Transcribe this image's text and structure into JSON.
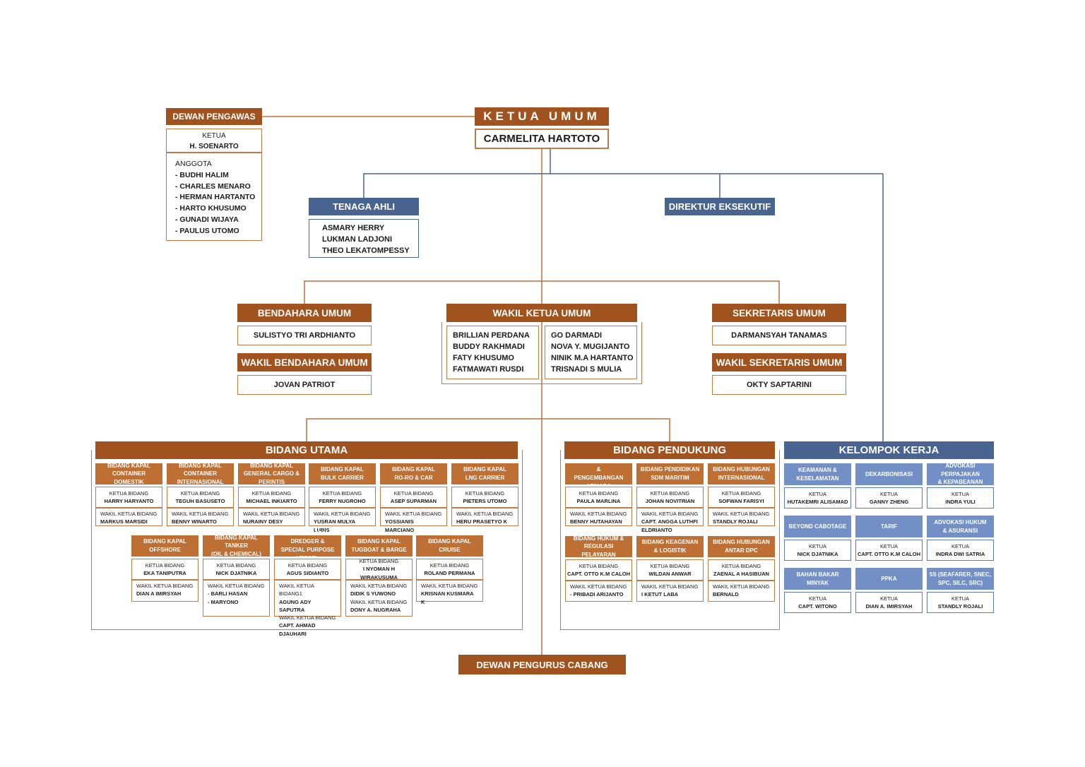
{
  "colors": {
    "brown": "#a0521f",
    "brown_light": "#bd6f34",
    "blue": "#4a6492",
    "blue_light": "#7290c6",
    "line_brown": "#c27a45",
    "line_blue": "#4a6492"
  },
  "ketua_umum": {
    "title": "KETUA UMUM",
    "name": "CARMELITA HARTOTO"
  },
  "dewan_pengawas": {
    "title": "DEWAN PENGAWAS",
    "ketua_label": "KETUA",
    "ketua_name": "H. SOENARTO",
    "anggota_label": "ANGGOTA",
    "anggota": [
      "- BUDHI HALIM",
      "- CHARLES MENARO",
      "- HERMAN HARTANTO",
      "- HARTO KHUSUMO",
      "- GUNADI WIJAYA",
      "- PAULUS UTOMO"
    ]
  },
  "tenaga_ahli": {
    "title": "TENAGA AHLI",
    "members": [
      "ASMARY HERRY",
      "LUKMAN LADJONI",
      "THEO LEKATOMPESSY"
    ]
  },
  "direktur_eksekutif": {
    "title": "DIREKTUR EKSEKUTIF"
  },
  "bendahara": {
    "title": "BENDAHARA UMUM",
    "name": "SULISTYO TRI ARDHIANTO",
    "wakil_title": "WAKIL BENDAHARA UMUM",
    "wakil_name": "JOVAN PATRIOT"
  },
  "wakil_ketua_umum": {
    "title": "WAKIL KETUA UMUM",
    "left": [
      "BRILLIAN PERDANA",
      "BUDDY RAKHMADI",
      "FATY KHUSUMO",
      "FATMAWATI RUSDI"
    ],
    "right": [
      "GO DARMADI",
      "NOVA Y. MUGIJANTO",
      "NINIK M.A HARTANTO",
      "TRISNADI S MULIA"
    ]
  },
  "sekretaris": {
    "title": "SEKRETARIS UMUM",
    "name": "DARMANSYAH TANAMAS",
    "wakil_title": "WAKIL SEKRETARIS UMUM",
    "wakil_name": "OKTY SAPTARINI"
  },
  "bidang_utama": {
    "title": "BIDANG UTAMA",
    "row1": [
      {
        "h1": "BIDANG KAPAL",
        "h2": "CONTAINER DOMESTIK",
        "k_label": "KETUA BIDANG",
        "k_name": "HARRY HARYANTO",
        "w_label": "WAKIL KETUA BIDANG",
        "w_names": [
          "MARKUS MARSIDI"
        ]
      },
      {
        "h1": "BIDANG KAPAL",
        "h2": "CONTAINER  INTERNASIONAL",
        "k_label": "KETUA BIDANG",
        "k_name": "TEGUH BASUSETO",
        "w_label": "WAKIL KETUA BIDANG",
        "w_names": [
          "BENNY WINARTO"
        ]
      },
      {
        "h1": "BIDANG KAPAL",
        "h2": "GENERAL CARGO & PERINTIS",
        "k_label": "KETUA BIDANG",
        "k_name": "MICHAEL INKIARTO",
        "w_label": "WAKIL KETUA BIDANG",
        "w_names": [
          "NURAINY DESY"
        ]
      },
      {
        "h1": "BIDANG KAPAL",
        "h2": "BULK CARRIER",
        "k_label": "KETUA BIDANG",
        "k_name": "FERRY NUGROHO",
        "w_label": "WAKIL KETUA BIDANG",
        "w_names": [
          "YUSRAN MULYA LUBIS"
        ]
      },
      {
        "h1": "BIDANG KAPAL",
        "h2": "RO-RO & CAR",
        "k_label": "KETUA BIDANG",
        "k_name": "ASEP SUPARMAN",
        "w_label": "WAKIL KETUA BIDANG",
        "w_names": [
          "YOSSIANIS MARCIANO"
        ]
      },
      {
        "h1": "BIDANG KAPAL",
        "h2": "LNG CARRIER",
        "k_label": "KETUA BIDANG",
        "k_name": "PIETERS UTOMO",
        "w_label": "WAKIL KETUA BIDANG",
        "w_names": [
          "HERU PRASETYO K"
        ]
      }
    ],
    "row2": [
      {
        "h1": "BIDANG KAPAL",
        "h2": "OFFSHORE",
        "k_label": "KETUA BIDANG",
        "k_name": "EKA TANIPUTRA",
        "w_label": "WAKIL KETUA BIDANG",
        "w_names": [
          "DIAN A IMIRSYAH"
        ]
      },
      {
        "h1": "BIDANG KAPAL TANKER",
        "h2": "(OIL & CHEMICAL)",
        "k_label": "KETUA BIDANG",
        "k_name": "NICK DJATNIKA",
        "w_label": "WAKIL KETUA BIDANG",
        "w_names": [
          "- BARLI HASAN",
          "- MARYONO"
        ]
      },
      {
        "h1": "BIDANG KAPAL DREDGER &",
        "h2": "SPECIAL PURPOSE VESSEL",
        "k_label": "KETUA BIDANG",
        "k_name": "AGUS SIDIANTO",
        "w_label": "WAKIL KETUA BIDANG1",
        "w_names": [
          "AGUNG ADY SAPUTRA",
          "WAKIL KETUA BIDANG",
          "CAPT. AHMAD DJAUHARI"
        ]
      },
      {
        "h1": "BIDANG KAPAL",
        "h2": "TUGBOAT & BARGE",
        "k_label": "KETUA BIDANG",
        "k_name": "I NYOMAN H WIRAKUSUMA",
        "w_label": "WAKIL KETUA BIDANG",
        "w_names": [
          "DIDIK S YUWONO",
          "WAKIL KETUA BIDANG",
          "DONY A. NUGRAHA"
        ]
      },
      {
        "h1": "BIDANG KAPAL",
        "h2": "CRUISE",
        "k_label": "KETUA BIDANG",
        "k_name": "ROLAND PERMANA",
        "w_label": "WAKIL KETUA BIDANG",
        "w_names": [
          "KRISNAN KUSMARA K"
        ]
      }
    ]
  },
  "bidang_pendukung": {
    "title": "BIDANG PENDUKUNG",
    "row1": [
      {
        "h1": "BIDANG PEMBIAYAAN &",
        "h2": "PENGEMBANGAN ARMADA",
        "k_label": "KETUA BIDANG",
        "k_name": "PAULA MARLINA",
        "w_label": "WAKIL KETUA BIDANG",
        "w_names": [
          "BENNY HUTAHAYAN"
        ]
      },
      {
        "h1": "BIDANG PENDIDIKAN",
        "h2": "SDM MARITIM",
        "k_label": "KETUA BIDANG",
        "k_name": "JOHAN NOVITRIAN",
        "w_label": "WAKIL KETUA BIDANG",
        "w_names": [
          "CAPT. ANGGA LUTHFI ELDRIANTO"
        ]
      },
      {
        "h1": "BIDANG HUBUNGAN",
        "h2": "INTERNASIONAL",
        "k_label": "KETUA BIDANG",
        "k_name": "SOFWAN FARISYI",
        "w_label": "WAKIL KETUA BIDANG",
        "w_names": [
          "STANDLY ROJALI"
        ]
      }
    ],
    "row2": [
      {
        "h1": "BIDANG HUKUM &",
        "h2": "REGULASI PELAYARAN",
        "k_label": "KETUA BIDANG",
        "k_name": "CAPT. OTTO K.M CALOH",
        "w_label": "WAKIL KETUA BIDANG",
        "w_names": [
          "- PRIBADI ARIJANTO"
        ]
      },
      {
        "h1": "BIDANG KEAGENAN",
        "h2": "& LOGISTIK",
        "k_label": "KETUA BIDANG",
        "k_name": "WILDAN ANWAR",
        "w_label": "WAKIL KETUA BIDANG",
        "w_names": [
          "I KETUT LABA"
        ]
      },
      {
        "h1": "BIDANG HUBUNGAN",
        "h2": "ANTAR DPC",
        "k_label": "KETUA BIDANG",
        "k_name": "ZAENAL A HASIBUAN",
        "w_label": "WAKIL KETUA BIDANG",
        "w_names": [
          "BERNALD"
        ]
      }
    ]
  },
  "kelompok_kerja": {
    "title": "KELOMPOK KERJA",
    "rows": [
      [
        {
          "h1": "KEAMANAN &",
          "h2": "KESELAMATAN",
          "k_label": "KETUA",
          "k_name": "HUTAKEMRI ALISAMAD"
        },
        {
          "h1": "DEKARBONISASI",
          "h2": "",
          "k_label": "KETUA",
          "k_name": "GANNY ZHENG"
        },
        {
          "h1": "ADVOKASI PERPAJAKAN",
          "h2": "& KEPABEANAN",
          "k_label": "KETUA",
          "k_name": "INDRA YULI"
        }
      ],
      [
        {
          "h1": "BEYOND CABOTAGE",
          "h2": "",
          "k_label": "KETUA",
          "k_name": "NICK DJATNIKA"
        },
        {
          "h1": "TARIF",
          "h2": "",
          "k_label": "KETUA",
          "k_name": "CAPT. OTTO K.M CALOH"
        },
        {
          "h1": "ADVOKASI HUKUM",
          "h2": "& ASURANSI",
          "k_label": "KETUA",
          "k_name": "INDRA DWI SATRIA"
        }
      ],
      [
        {
          "h1": "BAHAN BAKAR MINYAK",
          "h2": "",
          "k_label": "KETUA",
          "k_name": "CAPT. WITONO"
        },
        {
          "h1": "PPKA",
          "h2": "",
          "k_label": "KETUA",
          "k_name": "DIAN A. IMIRSYAH"
        },
        {
          "h1": "5S (SEAFARER, SNEC,",
          "h2": "SPC, SILC, SRC)",
          "k_label": "KETUA",
          "k_name": "STANDLY ROJALI"
        }
      ]
    ]
  },
  "dewan_pengurus_cabang": {
    "title": "DEWAN PENGURUS CABANG"
  }
}
